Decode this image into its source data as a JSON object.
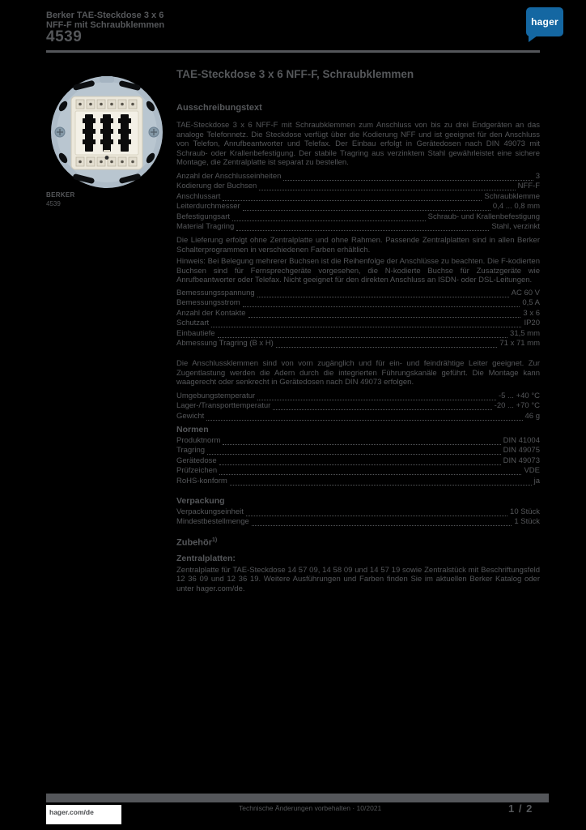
{
  "page": {
    "background": "#000000",
    "text_color": "#55575a",
    "rule_color": "#54565a",
    "hager_blue": "#1467a2"
  },
  "header": {
    "product_name": "Berker TAE-Steckdose 3 x 6 NFF-F mit Schraubklemmen",
    "article_number": "4539",
    "logo_text": "hager"
  },
  "product_image": {
    "caption_line1": "BERKER",
    "caption_line2": "4539"
  },
  "main": {
    "title": "TAE-Steckdose 3 x 6 NFF-F, Schraubklemmen",
    "ausschreibung_heading": "Ausschreibungstext",
    "intro": "TAE-Steckdose 3 x 6 NFF-F mit Schraubklemmen zum Anschluss von bis zu drei Endgeräten an das analoge Telefonnetz. Die Steckdose verfügt über die Kodierung NFF und ist geeignet für den Anschluss von Telefon, Anrufbeantworter und Telefax. Der Einbau erfolgt in Gerätedosen nach DIN 49073 mit Schraub- oder Krallenbefestigung. Der stabile Tragring aus verzinktem Stahl gewährleistet eine sichere Montage, die Zentralplatte ist separat zu bestellen.",
    "specs1": [
      {
        "label": "Anzahl der Anschlusseinheiten",
        "value": "3"
      },
      {
        "label": "Kodierung der Buchsen",
        "value": "NFF-F"
      },
      {
        "label": "Anschlussart",
        "value": "Schraubklemme"
      },
      {
        "label": "Leiterdurchmesser",
        "value": "0,4 ... 0,8 mm"
      },
      {
        "label": "Befestigungsart",
        "value": "Schraub- und Krallenbefestigung"
      },
      {
        "label": "Material Tragring",
        "value": "Stahl, verzinkt"
      }
    ],
    "para_delivery": "Die Lieferung erfolgt ohne Zentralplatte und ohne Rahmen. Passende Zentralplatten sind in allen Berker Schalterprogrammen in verschiedenen Farben erhältlich.",
    "para_note": "Hinweis: Bei Belegung mehrerer Buchsen ist die Reihenfolge der Anschlüsse zu beachten. Die F-kodierten Buchsen sind für Fernsprechgeräte vorgesehen, die N-kodierte Buchse für Zusatzgeräte wie Anrufbeantworter oder Telefax. Nicht geeignet für den direkten Anschluss an ISDN- oder DSL-Leitungen.",
    "specs2": [
      {
        "label": "Bemessungsspannung",
        "value": "AC 60 V"
      },
      {
        "label": "Bemessungsstrom",
        "value": "0,5 A"
      },
      {
        "label": "Anzahl der Kontakte",
        "value": "3 x 6"
      },
      {
        "label": "Schutzart",
        "value": "IP20"
      },
      {
        "label": "Einbautiefe",
        "value": "31,5 mm"
      },
      {
        "label": "Abmessung Tragring (B x H)",
        "value": "71 x 71 mm"
      }
    ],
    "para_install": "Die Anschlussklemmen sind von vorn zugänglich und für ein- und feindrähtige Leiter geeignet. Zur Zugentlastung werden die Adern durch die integrierten Führungskanäle geführt. Die Montage kann waagerecht oder senkrecht in Gerätedosen nach DIN 49073 erfolgen.",
    "specs3": [
      {
        "label": "Umgebungstemperatur",
        "value": "-5 ... +40 °C"
      },
      {
        "label": "Lager-/Transporttemperatur",
        "value": "-20 ... +70 °C"
      },
      {
        "label": "Gewicht",
        "value": "46 g"
      }
    ],
    "heading_norms": "Normen",
    "specs4": [
      {
        "label": "Produktnorm",
        "value": "DIN 41004"
      },
      {
        "label": "Tragring",
        "value": "DIN 49075"
      },
      {
        "label": "Gerätedose",
        "value": "DIN 49073"
      },
      {
        "label": "Prüfzeichen",
        "value": "VDE"
      },
      {
        "label": "RoHS-konform",
        "value": "ja"
      }
    ],
    "heading_packaging": "Verpackung",
    "specs5": [
      {
        "label": "Verpackungseinheit",
        "value": "10 Stück"
      },
      {
        "label": "Mindestbestellmenge",
        "value": "1 Stück"
      }
    ],
    "accessories": {
      "heading": "Zubehör",
      "sup": "1)",
      "label": "Zentralplatten:",
      "text": "Zentralplatte für TAE-Steckdose 14 57 09, 14 58 09 und 14 57 19 sowie Zentralstück mit Beschriftungsfeld 12 36 09 und 12 36 19. Weitere Ausführungen und Farben finden Sie im aktuellen Berker Katalog oder unter hager.com/de."
    }
  },
  "footer": {
    "website": "hager.com/de",
    "notice": "Technische Änderungen vorbehalten · 10/2021",
    "page_indicator": "1 / 2"
  }
}
